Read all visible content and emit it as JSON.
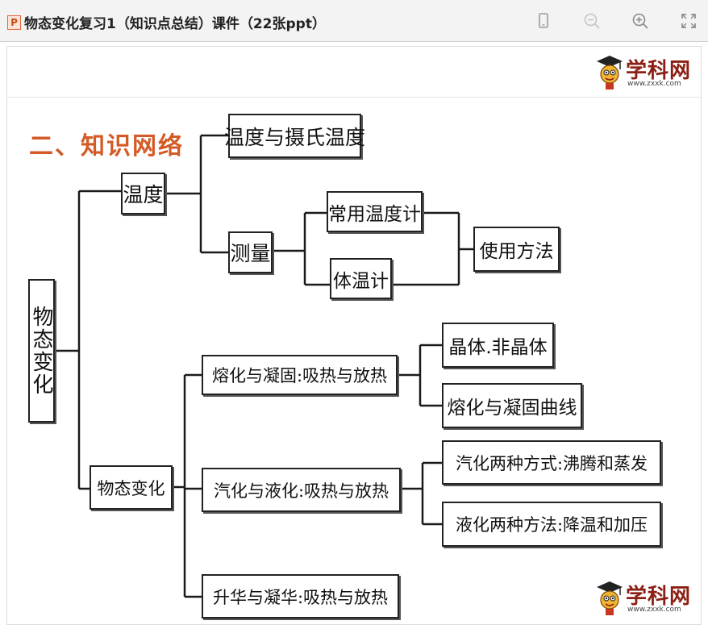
{
  "window": {
    "file_type_badge": "P",
    "title": "物态变化复习1（知识点总结）课件（22张ppt）"
  },
  "toolbar": {
    "mobile_icon": "mobile-phone-icon",
    "zoom_out_icon": "zoom-out-icon",
    "zoom_in_icon": "zoom-in-icon",
    "fullscreen_icon": "fullscreen-icon"
  },
  "watermark": {
    "brand": "学科网",
    "url": "www.zxxk.com"
  },
  "slide": {
    "section_title": "二、知识网络",
    "diagram": {
      "root": "物态变化",
      "temperature": "温度",
      "temp_celsius": "温度与摄氏温度",
      "measure": "测量",
      "common_thermometer": "常用温度计",
      "body_thermometer": "体温计",
      "usage_method": "使用方法",
      "state_change": "物态变化",
      "melting": "熔化与凝固:吸热与放热",
      "crystal": "晶体.非晶体",
      "melting_curve": "熔化与凝固曲线",
      "vaporization": "汽化与液化:吸热与放热",
      "vapor_ways": "汽化两种方式:沸腾和蒸发",
      "liquefy_ways": "液化两种方法:降温和加压",
      "sublimation": "升华与凝华:吸热与放热"
    }
  },
  "colors": {
    "title_accent": "#d45a26",
    "logo_brand": "#8b1f13",
    "badge": "#e06a38"
  }
}
